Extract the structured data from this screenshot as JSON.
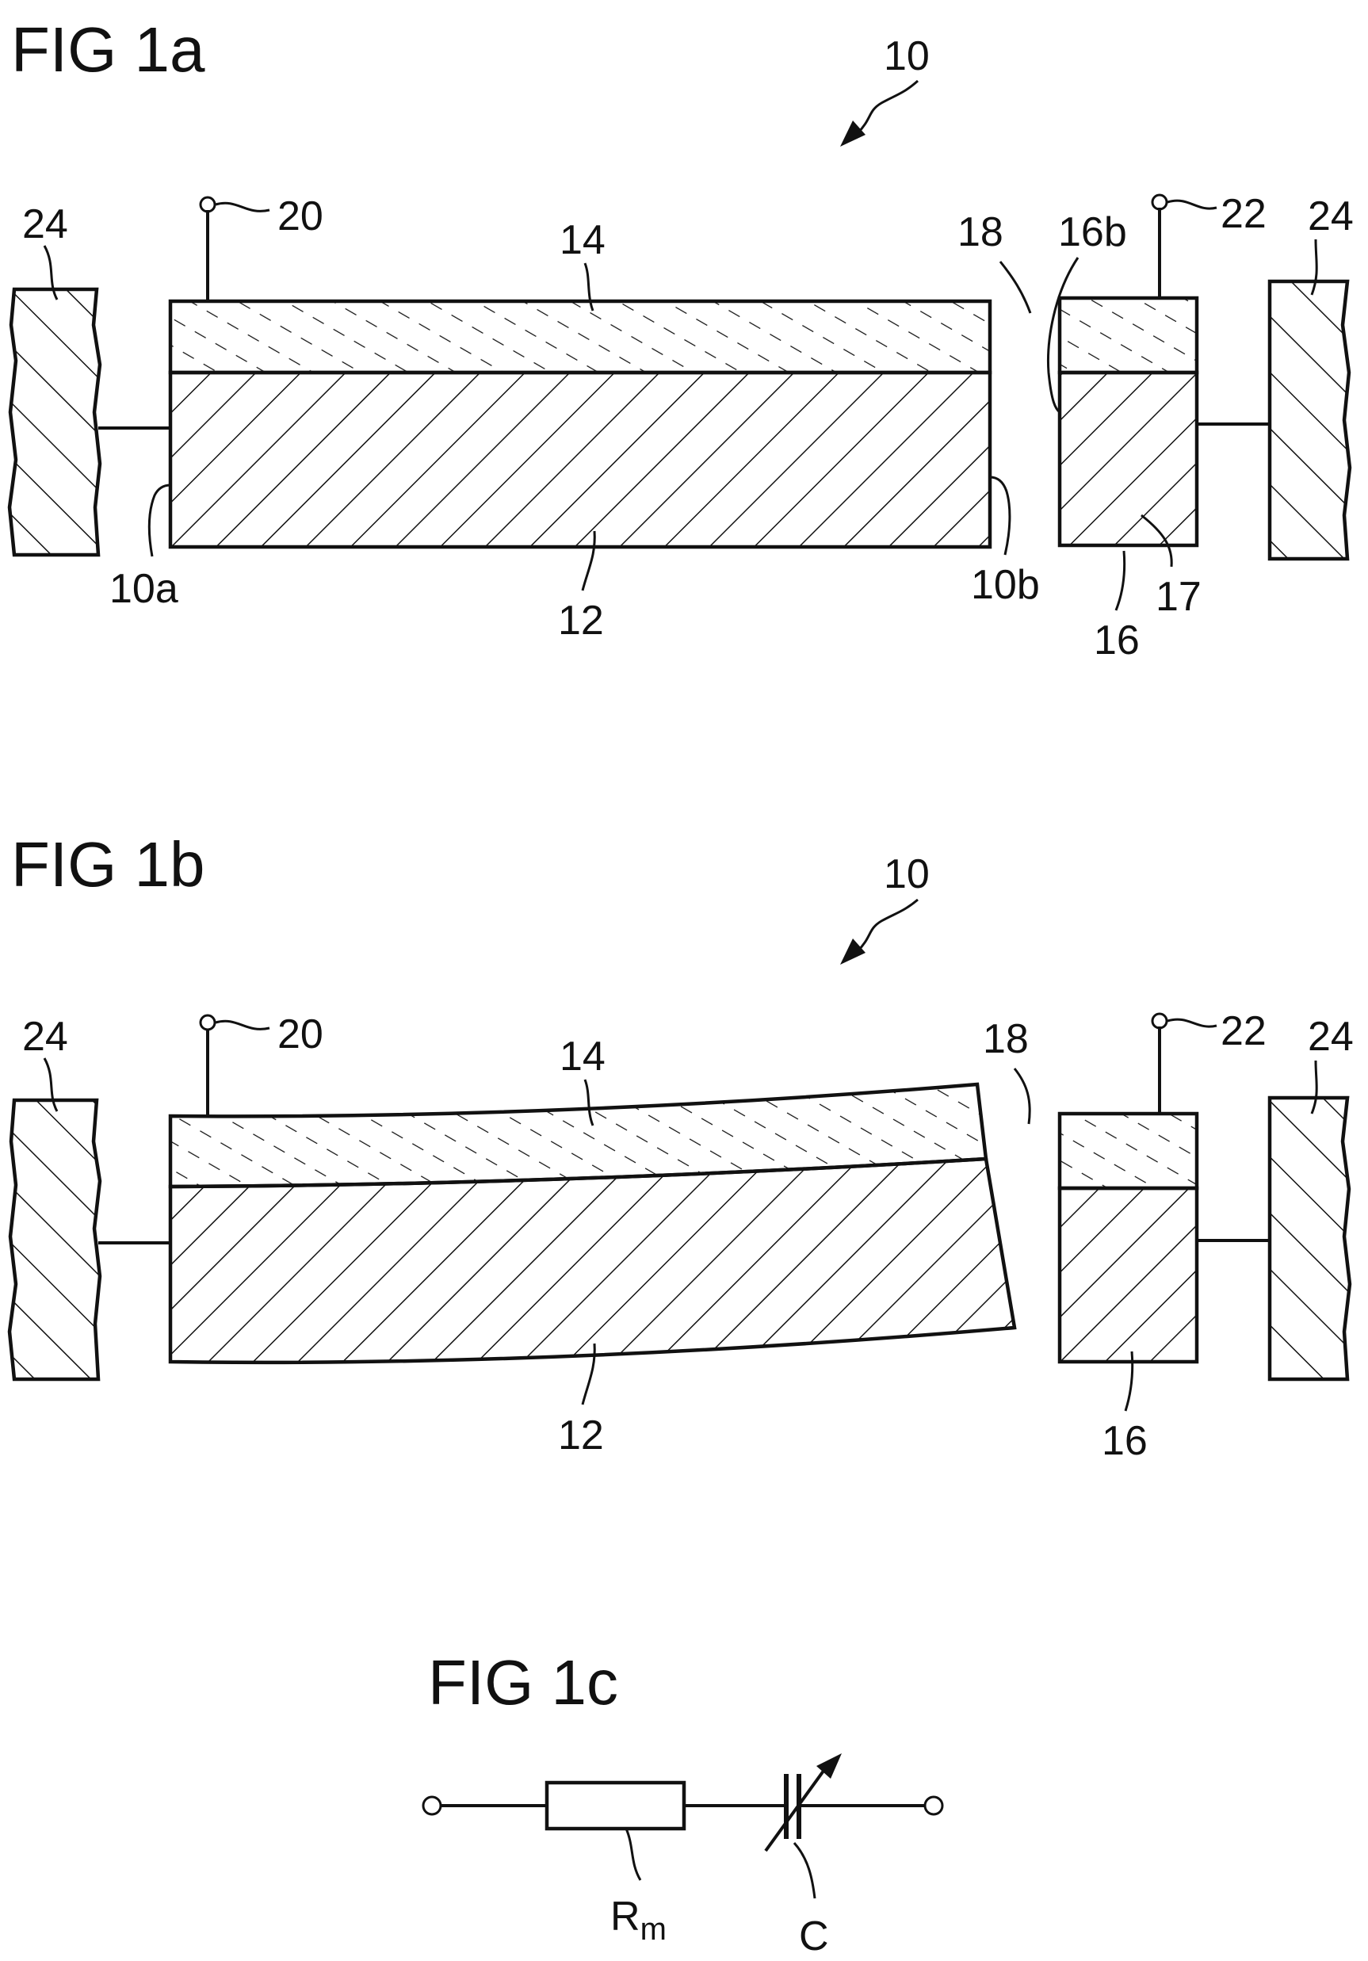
{
  "figures": {
    "fig1a": {
      "title": "FIG 1a",
      "labels": {
        "device": "10",
        "terminal_left": "20",
        "terminal_right": "22",
        "anchor_left": "24",
        "anchor_right": "24",
        "top_layer": "14",
        "substrate": "12",
        "gap": "18",
        "face_16b": "16b",
        "edge_10a": "10a",
        "edge_10b": "10b",
        "block": "16",
        "block_inner": "17"
      }
    },
    "fig1b": {
      "title": "FIG 1b",
      "labels": {
        "device": "10",
        "terminal_left": "20",
        "terminal_right": "22",
        "anchor_left": "24",
        "anchor_right": "24",
        "top_layer": "14",
        "substrate": "12",
        "gap": "18",
        "block": "16"
      }
    },
    "fig1c": {
      "title": "FIG 1c",
      "labels": {
        "resistor_main": "R",
        "resistor_sub": "m",
        "capacitor": "C"
      }
    }
  }
}
